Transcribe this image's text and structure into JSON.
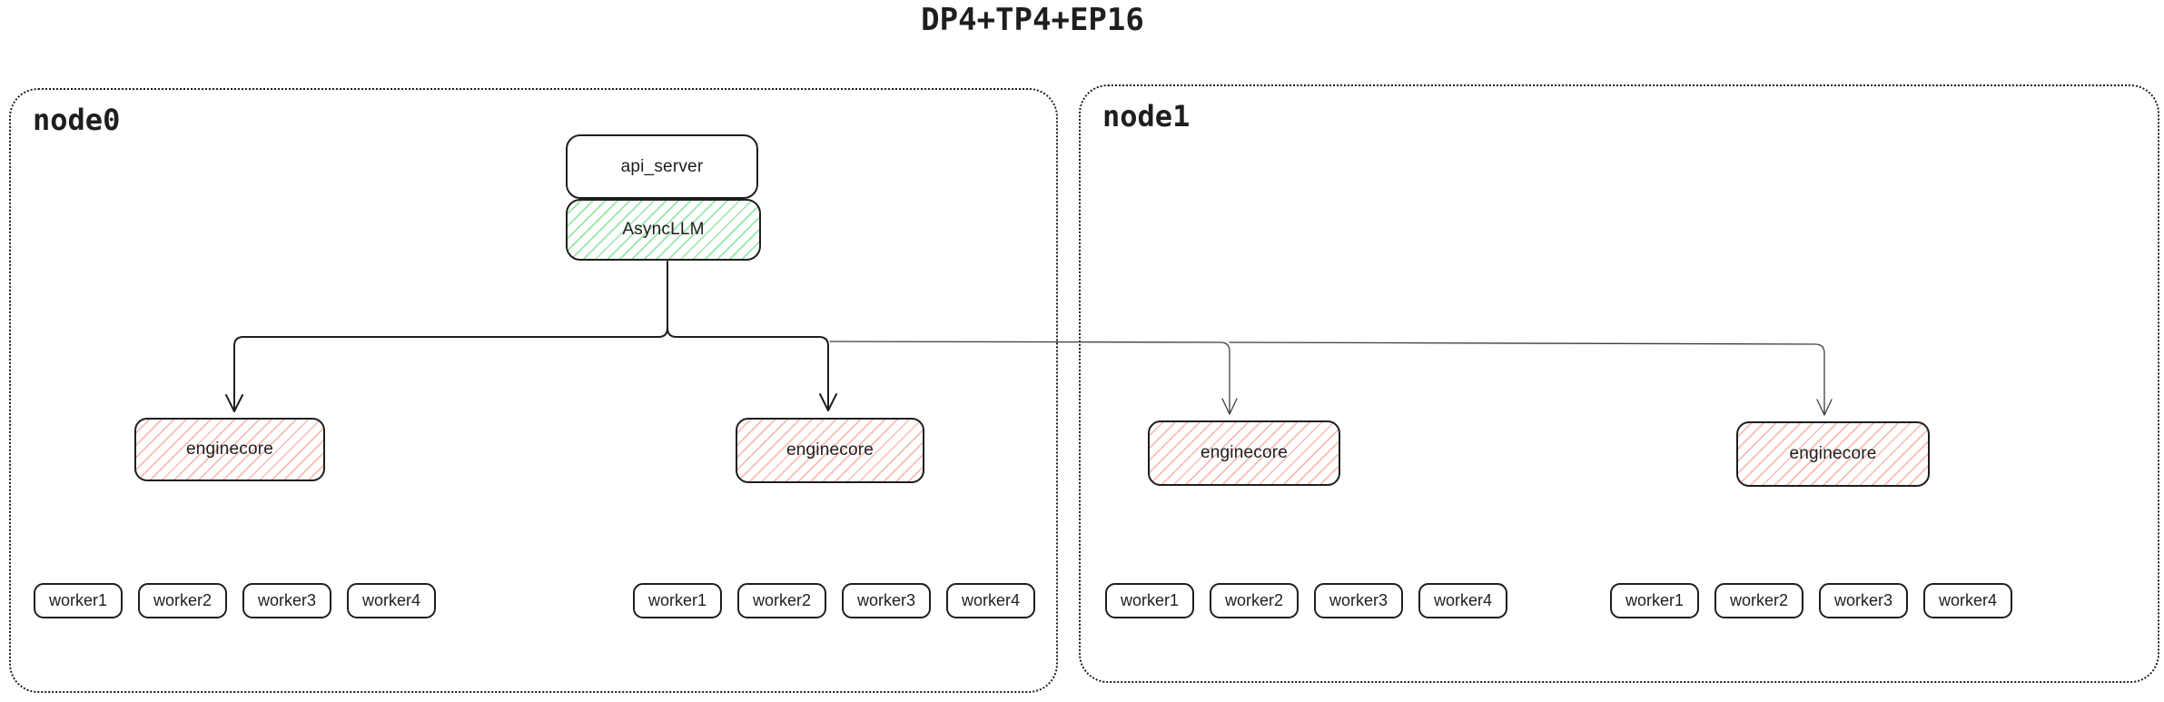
{
  "title": "DP4+TP4+EP16",
  "api_server_label": "api_server",
  "async_llm_label": "AsyncLLM",
  "colors": {
    "stroke": "#1e1e1e",
    "thin_line": "#3d3d3d",
    "green_hatch": "#96e6aa",
    "red_hatch": "#f9bcb6"
  },
  "nodes": [
    {
      "label": "node0",
      "groups": [
        {
          "enginecore_label": "enginecore",
          "workers": [
            "worker1",
            "worker2",
            "worker3",
            "worker4"
          ]
        },
        {
          "enginecore_label": "enginecore",
          "workers": [
            "worker1",
            "worker2",
            "worker3",
            "worker4"
          ]
        }
      ]
    },
    {
      "label": "node1",
      "groups": [
        {
          "enginecore_label": "enginecore",
          "workers": [
            "worker1",
            "worker2",
            "worker3",
            "worker4"
          ]
        },
        {
          "enginecore_label": "enginecore",
          "workers": [
            "worker1",
            "worker2",
            "worker3",
            "worker4"
          ]
        }
      ]
    }
  ]
}
